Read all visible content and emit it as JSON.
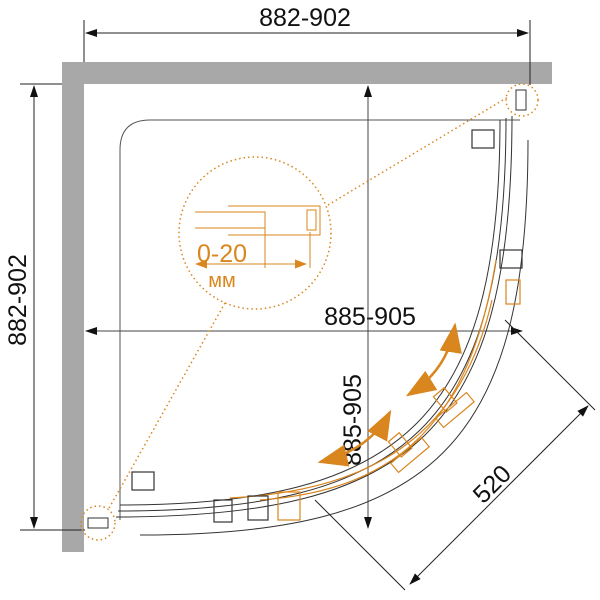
{
  "dimensions": {
    "top_width": "882-902",
    "left_height": "882-902",
    "inner_width": "885-905",
    "inner_height": "885-905",
    "door_width": "520"
  },
  "detail": {
    "adjustment": "0-20",
    "unit": "мм"
  },
  "colors": {
    "wall": "#a8a8a8",
    "accent": "#d9861e",
    "line": "#222222"
  }
}
